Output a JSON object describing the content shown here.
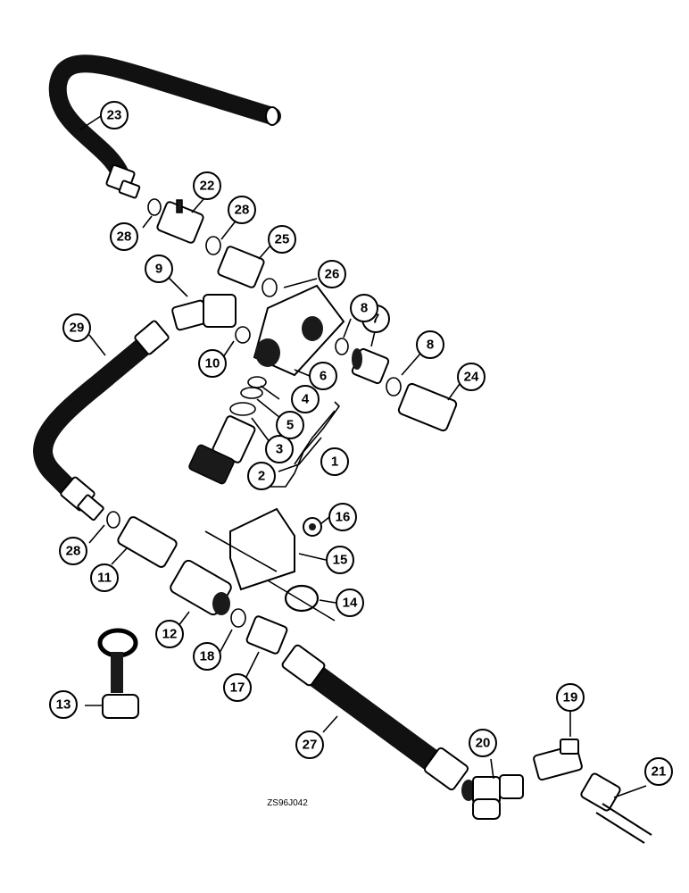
{
  "drawing_code": "ZS96J042",
  "callouts": [
    {
      "label": "1"
    },
    {
      "label": "2"
    },
    {
      "label": "3"
    },
    {
      "label": "4"
    },
    {
      "label": "5"
    },
    {
      "label": "6"
    },
    {
      "label": "7"
    },
    {
      "label": "8"
    },
    {
      "label": "8"
    },
    {
      "label": "9"
    },
    {
      "label": "10"
    },
    {
      "label": "11"
    },
    {
      "label": "12"
    },
    {
      "label": "13"
    },
    {
      "label": "14"
    },
    {
      "label": "15"
    },
    {
      "label": "16"
    },
    {
      "label": "17"
    },
    {
      "label": "18"
    },
    {
      "label": "19"
    },
    {
      "label": "20"
    },
    {
      "label": "21"
    },
    {
      "label": "22"
    },
    {
      "label": "23"
    },
    {
      "label": "24"
    },
    {
      "label": "25"
    },
    {
      "label": "26"
    },
    {
      "label": "27"
    },
    {
      "label": "28"
    },
    {
      "label": "28"
    },
    {
      "label": "28"
    },
    {
      "label": "29"
    }
  ]
}
